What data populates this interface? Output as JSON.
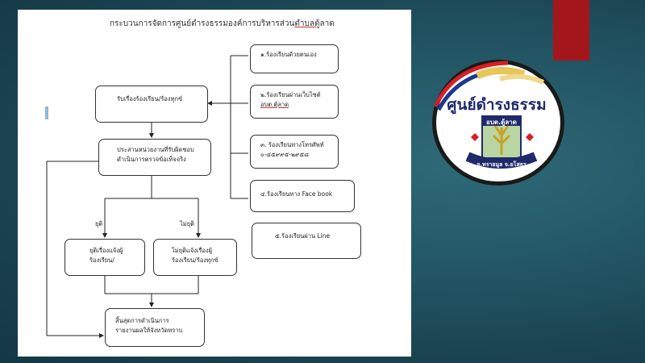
{
  "document": {
    "title_prefix": "กระบวนการจัดการศูนย์ดำรงธรรมองค์การบริหารส่วน",
    "title_underlined": "ตำบลตู้",
    "title_suffix": "ลาด"
  },
  "channels": [
    {
      "line1": "๑.ร้องเรียนด้วยตนเอง",
      "line2": ""
    },
    {
      "line1": "๒.ร้องเรียนผ่านเว็บไซต์",
      "line2": "อบต.ตู้ลาด"
    },
    {
      "line1": "๓. ร้องเรียนทางโทรศัพท์",
      "line2": "๐-๔๕๙๙๕-๒๙๕๘"
    },
    {
      "line1": "๔.ร้องเรียนทาง Face book",
      "line2": ""
    },
    {
      "line1": "๕.ร้องเรียนผ่าน Line",
      "line2": ""
    }
  ],
  "flow": {
    "receive": "รับเรื่องร้องเรียน/ร้องทุกข์",
    "coordinate_line1": "ประสานหน่วยงานที่รับผิดชอบ",
    "coordinate_line2": "ดำเนินการตรวจข้อเท็จจริง",
    "branch_yes": "ยุติ",
    "branch_no": "ไม่ยุติ",
    "ended_line1": "ยุติเรื่องแจ้งผู้",
    "ended_line2": "ร้องเรียน/",
    "not_ended_line1": "ไม่ยุติแจ้งเรื่องผู้",
    "not_ended_line2": "ร้องเรียน/ร้องทุกข์",
    "final_line1": "สิ้นสุดการดำเนินการ",
    "final_line2": "รายงานผลให้จังหวัดทราบ"
  },
  "logo": {
    "main_text": "ศูนย์ดำรงธรรม",
    "org_text": "อบต.ตู้ลาด",
    "location_text": "อ.ทรายมูล จ.ยโสธร"
  },
  "colors": {
    "background": "#1d4a58",
    "accent_red": "#a3171c",
    "logo_navy": "#1f2a6b",
    "logo_green": "#2f7a2a"
  }
}
